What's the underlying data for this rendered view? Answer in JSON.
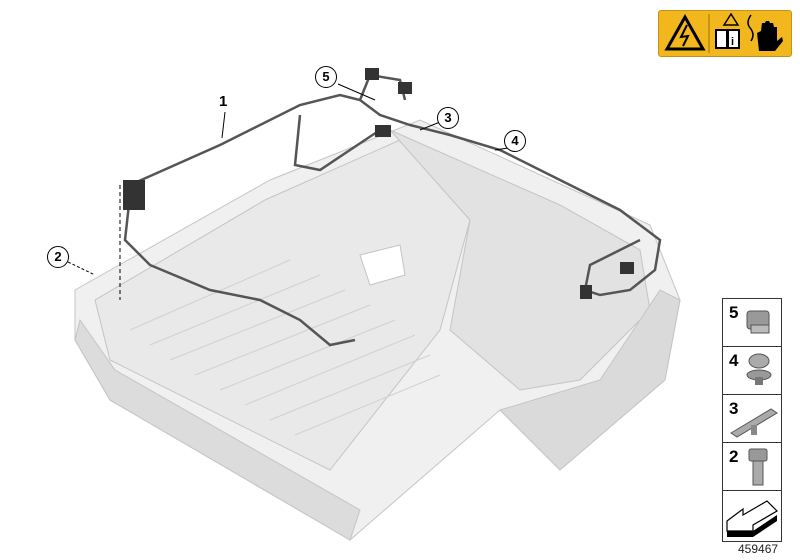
{
  "callouts": {
    "c1": "1",
    "c2": "2",
    "c3": "3",
    "c4": "4",
    "c5": "5"
  },
  "legend": [
    {
      "number": "5",
      "part": "clip-icon"
    },
    {
      "number": "4",
      "part": "cable-holder-icon"
    },
    {
      "number": "3",
      "part": "clip-strip-icon"
    },
    {
      "number": "2",
      "part": "bolt-icon"
    },
    {
      "number": "",
      "part": "arrow-icon"
    }
  ],
  "diagram_id": "459467",
  "warning_label": {
    "icons": [
      "high-voltage-icon",
      "read-manual-icon",
      "no-touch-hand-icon"
    ],
    "color": "#f1b71c"
  },
  "colors": {
    "tray": "#ececec",
    "harness": "#555555"
  }
}
